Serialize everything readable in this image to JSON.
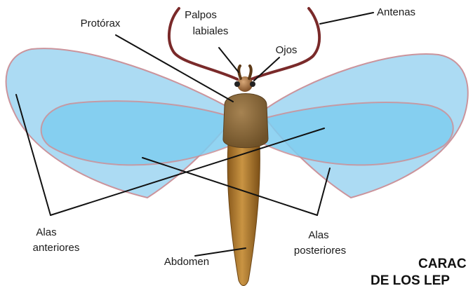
{
  "diagram": {
    "labels": {
      "antennae": "Antenas",
      "labial_palps_line1": "Palpos",
      "labial_palps_line2": "labiales",
      "eyes": "Ojos",
      "prothorax": "Protórax",
      "forewings_line1": "Alas",
      "forewings_line2": "anteriores",
      "hindwings_line1": "Alas",
      "hindwings_line2": "posteriores",
      "abdomen": "Abdomen"
    },
    "heading_line1": "CARAC",
    "heading_line2": "DE LOS LEP"
  },
  "colors": {
    "forewing_fill": "#a8daf3",
    "hindwing_fill": "#7fcdf0",
    "wing_outline": "#c98f97",
    "antenna": "#7a2a2a",
    "thorax": "#8c6a3c",
    "abdomen": "#b57f32",
    "leader_line": "#111111"
  }
}
